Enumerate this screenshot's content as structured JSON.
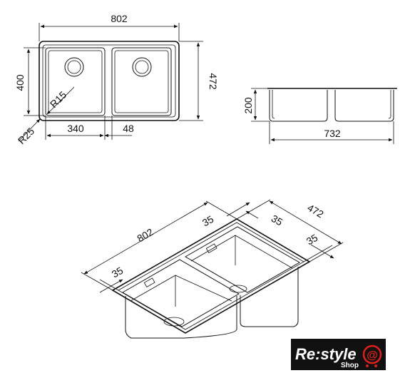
{
  "top_view": {
    "width": "802",
    "height": "472",
    "bowl_height": "400",
    "bowl_width": "340",
    "divider": "48",
    "inner_radius": "R15",
    "outer_radius": "R25"
  },
  "side_view": {
    "depth": "200",
    "bottom_width": "732"
  },
  "iso_view": {
    "length": "802",
    "width": "472",
    "flange_left": "35",
    "flange_top_a": "35",
    "flange_top_b": "35",
    "flange_right": "35"
  },
  "logo": {
    "brand": "Re:style",
    "sub": "Shop",
    "colors": {
      "box": "#111111",
      "text": "#ffffff"
    }
  }
}
